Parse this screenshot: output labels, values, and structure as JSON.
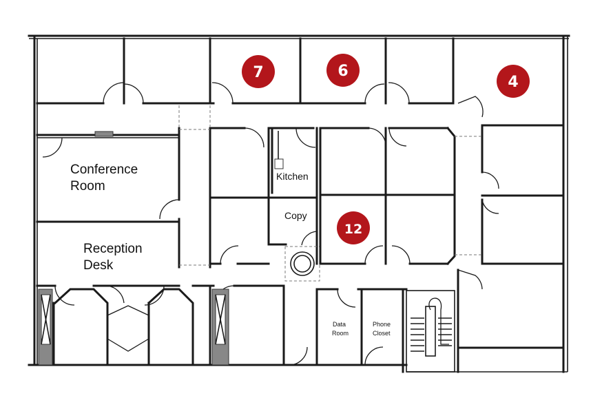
{
  "rooms": {
    "conference": {
      "line1": "Conference",
      "line2": "Room"
    },
    "reception": {
      "line1": "Reception",
      "line2": "Desk"
    },
    "kitchen": "Kitchen",
    "copy": "Copy",
    "data_room": {
      "line1": "Data",
      "line2": "Room"
    },
    "phone_closet": {
      "line1": "Phone",
      "line2": "Closet"
    }
  },
  "suites": {
    "s7": "7",
    "s6": "6",
    "s4": "4",
    "s12": "12"
  },
  "colors": {
    "badge": "#b3161b",
    "wall": "#1a1a1a"
  }
}
